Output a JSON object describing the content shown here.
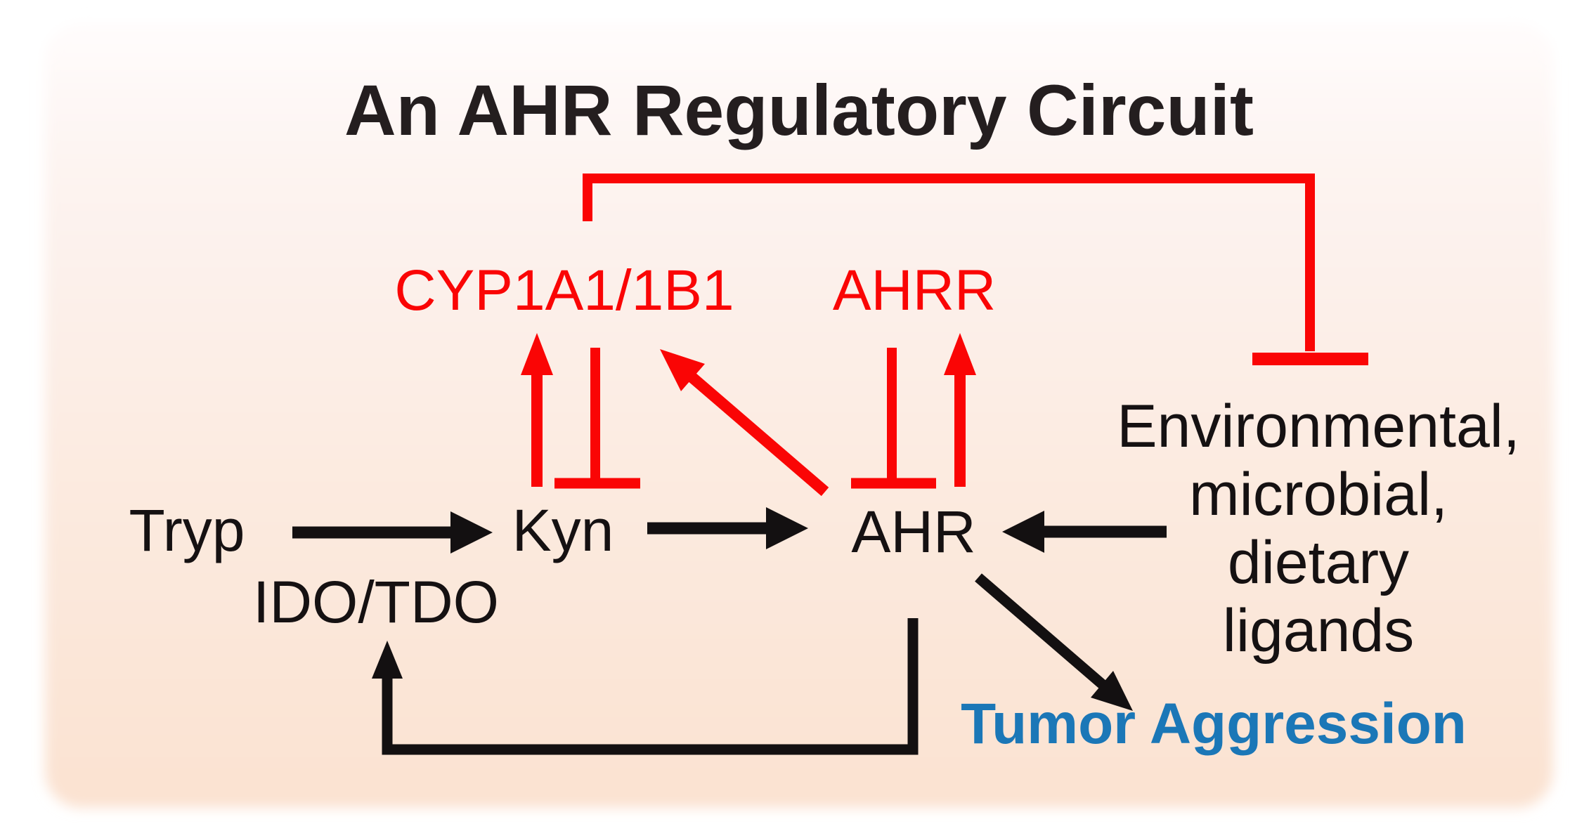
{
  "figure": {
    "title": "An AHR Regulatory Circuit",
    "labels": {
      "cyp1a1_1b1": "CYP1A1/1B1",
      "ahrr": "AHRR",
      "tryp": "Tryp",
      "kyn": "Kyn",
      "ahr": "AHR",
      "ido_tdo": "IDO/TDO",
      "ligands_line1": "Environmental,",
      "ligands_line2": "microbial,",
      "ligands_line3": "dietary",
      "ligands_line4": "ligands",
      "tumor_aggression": "Tumor Aggression"
    },
    "colors": {
      "title_text": "#241e1f",
      "pathway_red": "#fa0505",
      "diagram_black": "#131011",
      "tumor_blue": "#1b77b7",
      "panel_top": "#fffcfc",
      "panel_middle": "#fdeee6",
      "panel_bottom": "#fbe2d1"
    },
    "relationships": [
      {
        "from": "Kyn",
        "to": "CYP1A1/1B1",
        "type": "activates",
        "color": "red"
      },
      {
        "from": "CYP1A1/1B1",
        "to": "Kyn",
        "type": "inhibits",
        "color": "red"
      },
      {
        "from": "AHR",
        "to": "CYP1A1/1B1",
        "type": "activates",
        "color": "red"
      },
      {
        "from": "AHRR",
        "to": "AHR",
        "type": "inhibits",
        "color": "red"
      },
      {
        "from": "AHR",
        "to": "AHRR",
        "type": "activates",
        "color": "red"
      },
      {
        "from": "CYP1A1/1B1",
        "to": "Environmental, microbial, dietary ligands",
        "type": "inhibits",
        "color": "red"
      },
      {
        "from": "Tryp",
        "to": "Kyn",
        "type": "converts via IDO/TDO",
        "color": "black"
      },
      {
        "from": "Kyn",
        "to": "AHR",
        "type": "activates",
        "color": "black"
      },
      {
        "from": "Environmental, microbial, dietary ligands",
        "to": "AHR",
        "type": "activates",
        "color": "black"
      },
      {
        "from": "AHR",
        "to": "IDO/TDO",
        "type": "feedback activation",
        "color": "black"
      },
      {
        "from": "AHR",
        "to": "Tumor Aggression",
        "type": "promotes",
        "color": "black"
      }
    ]
  }
}
